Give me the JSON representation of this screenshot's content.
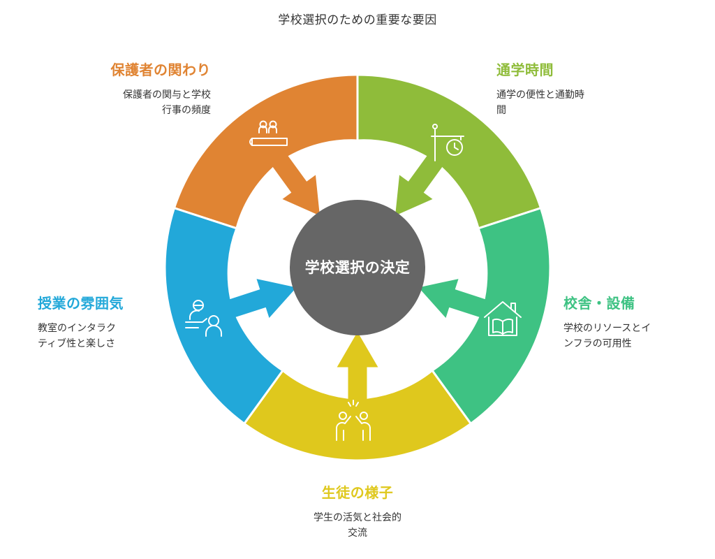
{
  "title": "学校選択のための重要な要因",
  "center": {
    "label": "学校選択の決定",
    "color": "#666666"
  },
  "factors": [
    {
      "id": "parent",
      "title": "保護者の関わり",
      "desc_lines": [
        "保護者の関与と学校",
        "行事の頻度"
      ],
      "color": "#E08433",
      "icon": "parent-meeting-icon"
    },
    {
      "id": "commute",
      "title": "通学時間",
      "desc_lines": [
        "通学の便性と通勤時",
        "間"
      ],
      "color": "#8FBC3A",
      "icon": "clock-sign-icon"
    },
    {
      "id": "facility",
      "title": "校舎・設備",
      "desc_lines": [
        "学校のリソースとイ",
        "ンフラの可用性"
      ],
      "color": "#3EC283",
      "icon": "house-book-icon"
    },
    {
      "id": "student",
      "title": "生徒の様子",
      "desc_lines": [
        "学生の活気と社会的",
        "交流"
      ],
      "color": "#DFC81D",
      "icon": "high-five-icon"
    },
    {
      "id": "class",
      "title": "授業の雰囲気",
      "desc_lines": [
        "教室のインタラク",
        "ティブ性と楽しさ"
      ],
      "color": "#22A8D9",
      "icon": "teacher-student-icon"
    }
  ]
}
